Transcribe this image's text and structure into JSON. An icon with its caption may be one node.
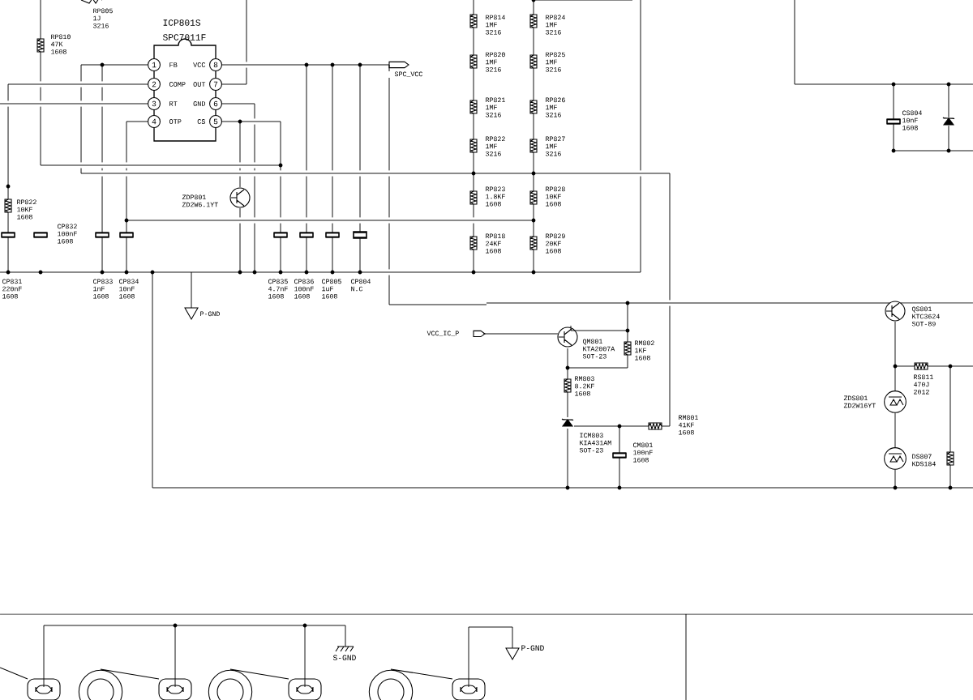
{
  "diagram": {
    "nodes": [
      {
        "text": [
          "ICP801S",
          "SPC7011F",
          "1",
          "FB",
          "VCC",
          "8",
          "2",
          "COMP",
          "OUT",
          "7",
          "3",
          "RT",
          "GND",
          "6",
          "4",
          "OTP",
          "CS",
          "5"
        ]
      }
    ],
    "labels": [
      "RP805",
      "1J",
      "3216",
      "RP810",
      "47K",
      "1608",
      "RP822",
      "10KF",
      "1608",
      "CP832",
      "100nF",
      "1608",
      "ZDP801",
      "ZD2W6.1YT",
      "CP831",
      "220nF",
      "1608",
      "CP833",
      "1nF",
      "1608",
      "CP834",
      "10nF",
      "1608",
      "CP835",
      "4.7nF",
      "1608",
      "CP836",
      "100nF",
      "1608",
      "CP805",
      "1uF",
      "1608",
      "CP804",
      "N.C",
      "P-GND",
      "SPC_VCC",
      "RP814",
      "1MF",
      "3216",
      "RP824",
      "1MF",
      "3216",
      "RP820",
      "1MF",
      "3216",
      "RP825",
      "1MF",
      "3216",
      "RP821",
      "1MF",
      "3216",
      "RP826",
      "1MF",
      "3216",
      "RP822",
      "1MF",
      "3216",
      "RP827",
      "1MF",
      "3216",
      "RP823",
      "1.8KF",
      "1608",
      "RP828",
      "10KF",
      "1608",
      "RP818",
      "24KF",
      "1608",
      "RP829",
      "20KF",
      "1608",
      "CS804",
      "10nF",
      "1608",
      "QS801",
      "KTC3624",
      "SOT-89",
      "VCC_IC_P",
      "QM801",
      "KTA2007A",
      "SOT-23",
      "RM802",
      "1KF",
      "1608",
      "RM803",
      "8.2KF",
      "1608",
      "RM801",
      "41KF",
      "1608",
      "ICM803",
      "KIA431AM",
      "SOT-23",
      "CM801",
      "100nF",
      "1608",
      "ZDS801",
      "ZD2W16YT",
      "RS811",
      "470J",
      "2012",
      "DS807",
      "KDS184",
      "S-GND",
      "P-GND"
    ]
  }
}
